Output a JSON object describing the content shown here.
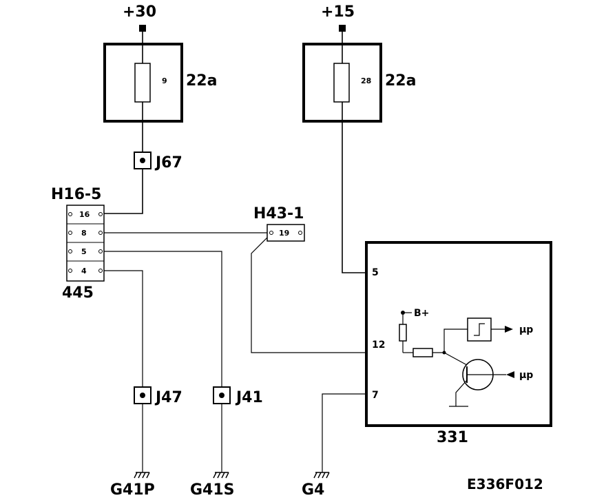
{
  "labels": {
    "supply_30": "+30",
    "supply_15": "+15",
    "fuse_box_a": "22a",
    "fuse_box_b": "22a",
    "fuse_a_num": "9",
    "fuse_b_num": "28",
    "j67": "J67",
    "h16_5": "H16-5",
    "h16_pins": [
      "16",
      "8",
      "5",
      "4"
    ],
    "connector_445": "445",
    "h43_1": "H43-1",
    "h43_pin": "19",
    "j47": "J47",
    "j41": "J41",
    "g41p": "G41P",
    "g41s": "G41S",
    "g4": "G4",
    "module_331": "331",
    "pin_5": "5",
    "pin_12": "12",
    "pin_7": "7",
    "b_plus": "B+",
    "mu_p_top": "µp",
    "mu_p_bottom": "µp",
    "figure_code": "E336F012"
  }
}
